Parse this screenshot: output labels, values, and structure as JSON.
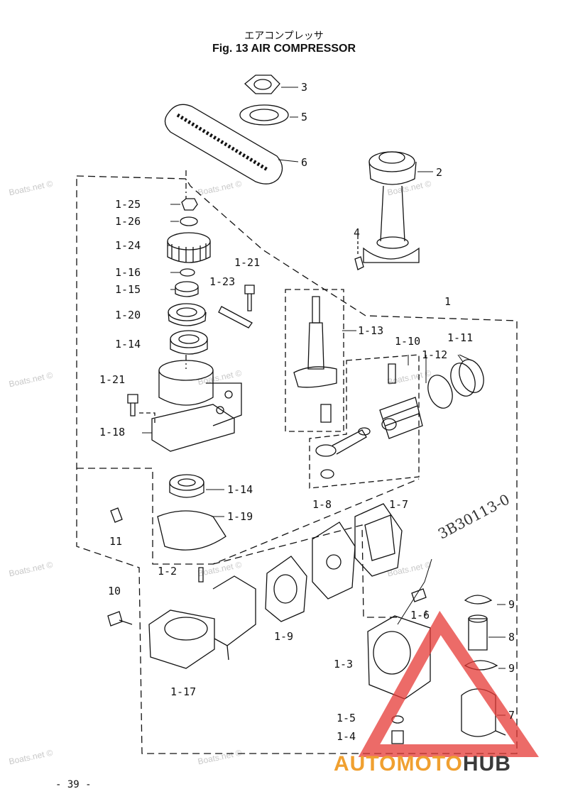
{
  "title": {
    "jp": "エアコンプレッサ",
    "en": "Fig. 13   AIR COMPRESSOR"
  },
  "watermark": "Boats.net ©",
  "page_number": "- 39 -",
  "handwritten_note": "3B30113-0",
  "logo": {
    "part1": "AUTOMOTO",
    "part2": "HUB",
    "colors": {
      "orange": "#f0a030",
      "dark": "#3a3a3a",
      "triangle": "#e53935"
    }
  },
  "callouts": [
    {
      "id": "3",
      "label": "3"
    },
    {
      "id": "5",
      "label": "5"
    },
    {
      "id": "6",
      "label": "6"
    },
    {
      "id": "2",
      "label": "2"
    },
    {
      "id": "4",
      "label": "4"
    },
    {
      "id": "1",
      "label": "1"
    },
    {
      "id": "1-25",
      "label": "1-25"
    },
    {
      "id": "1-26",
      "label": "1-26"
    },
    {
      "id": "1-24",
      "label": "1-24"
    },
    {
      "id": "1-16",
      "label": "1-16"
    },
    {
      "id": "1-15",
      "label": "1-15"
    },
    {
      "id": "1-20",
      "label": "1-20"
    },
    {
      "id": "1-14a",
      "label": "1-14"
    },
    {
      "id": "1-21a",
      "label": "1-21"
    },
    {
      "id": "1-23",
      "label": "1-23"
    },
    {
      "id": "1-21b",
      "label": "1-21"
    },
    {
      "id": "1-18",
      "label": "1-18"
    },
    {
      "id": "1-13",
      "label": "1-13"
    },
    {
      "id": "1-10",
      "label": "1-10"
    },
    {
      "id": "1-11",
      "label": "1-11"
    },
    {
      "id": "1-12",
      "label": "1-12"
    },
    {
      "id": "1-14b",
      "label": "1-14"
    },
    {
      "id": "1-19",
      "label": "1-19"
    },
    {
      "id": "11",
      "label": "11"
    },
    {
      "id": "1-8",
      "label": "1-8"
    },
    {
      "id": "1-7",
      "label": "1-7"
    },
    {
      "id": "1-2",
      "label": "1-2"
    },
    {
      "id": "10",
      "label": "10"
    },
    {
      "id": "1-9",
      "label": "1-9"
    },
    {
      "id": "1-6",
      "label": "1-6"
    },
    {
      "id": "9a",
      "label": "9"
    },
    {
      "id": "8",
      "label": "8"
    },
    {
      "id": "9b",
      "label": "9"
    },
    {
      "id": "1-3",
      "label": "1-3"
    },
    {
      "id": "7",
      "label": "7"
    },
    {
      "id": "1-17",
      "label": "1-17"
    },
    {
      "id": "1-5",
      "label": "1-5"
    },
    {
      "id": "1-4",
      "label": "1-4"
    }
  ]
}
